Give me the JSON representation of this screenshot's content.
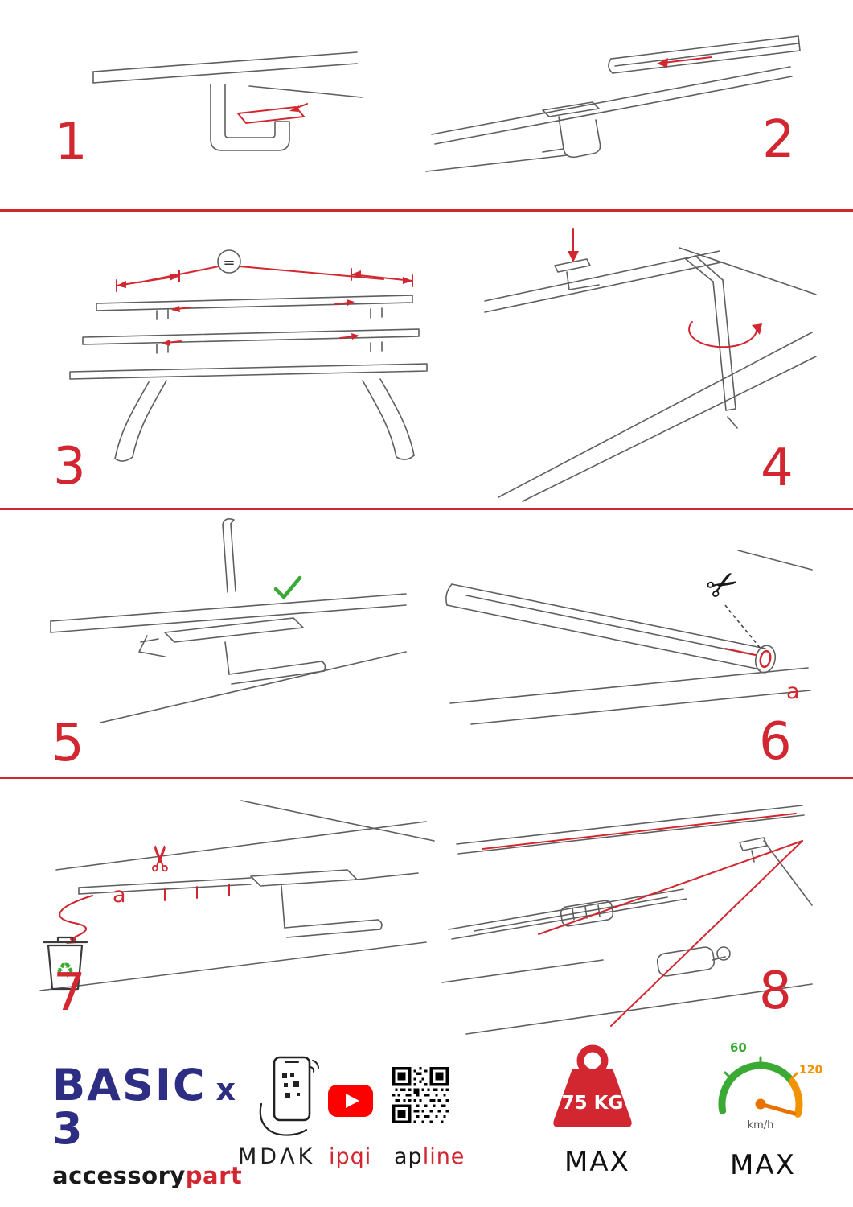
{
  "steps": [
    {
      "number": "1"
    },
    {
      "number": "2"
    },
    {
      "number": "3"
    },
    {
      "number": "4"
    },
    {
      "number": "5"
    },
    {
      "number": "6"
    },
    {
      "number": "7"
    },
    {
      "number": "8"
    }
  ],
  "annotations": {
    "equal": "=",
    "label_a": "a"
  },
  "icons": {
    "scissors": "✂",
    "recycle": "♻"
  },
  "footer": {
    "brand_main": "BASIC 3",
    "brand_x": "x",
    "sub_black": "accessory",
    "sub_red": "part",
    "mdak": "MDΛK",
    "ipqi": "ipqi",
    "ap_black": "ap",
    "ap_red": "line",
    "weight_value": "75 KG",
    "weight_max": "MAX",
    "speed_60": "60",
    "speed_120": "120",
    "speed_unit": "km/h",
    "speed_max": "MAX"
  },
  "colors": {
    "accent_red": "#d22730",
    "brand_blue": "#2d2e83",
    "check_green": "#3aaa35",
    "speed_orange": "#f39200",
    "youtube_red": "#ff0000"
  }
}
